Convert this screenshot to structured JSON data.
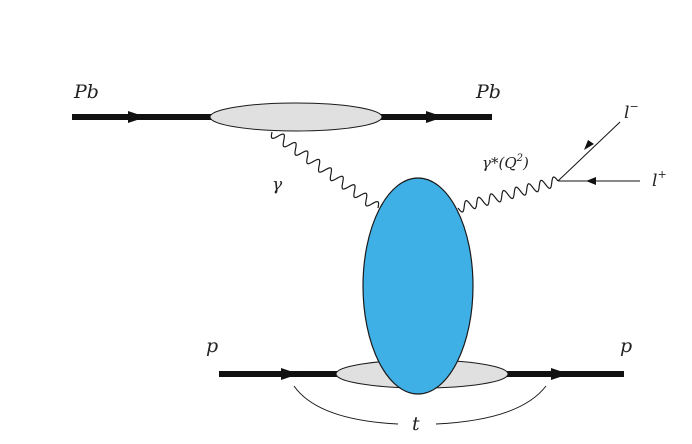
{
  "labels": {
    "pb_in": "Pb",
    "pb_out": "Pb",
    "photon": "γ",
    "virtual_photon": "γ*(Q",
    "virtual_photon_exp": "2",
    "virtual_photon_close": ")",
    "lepton_minus": "l",
    "lepton_minus_sup": "−",
    "lepton_plus": "l",
    "lepton_plus_sup": "+",
    "proton_in": "p",
    "proton_out": "p",
    "momentum_transfer": "t"
  },
  "colors": {
    "line": "#111111",
    "blob_top": "#e0e0e0",
    "blob_bottom": "#e0e0e0",
    "pomeron_blob": "#3fb0e6",
    "outline": "#1a1a1a"
  }
}
